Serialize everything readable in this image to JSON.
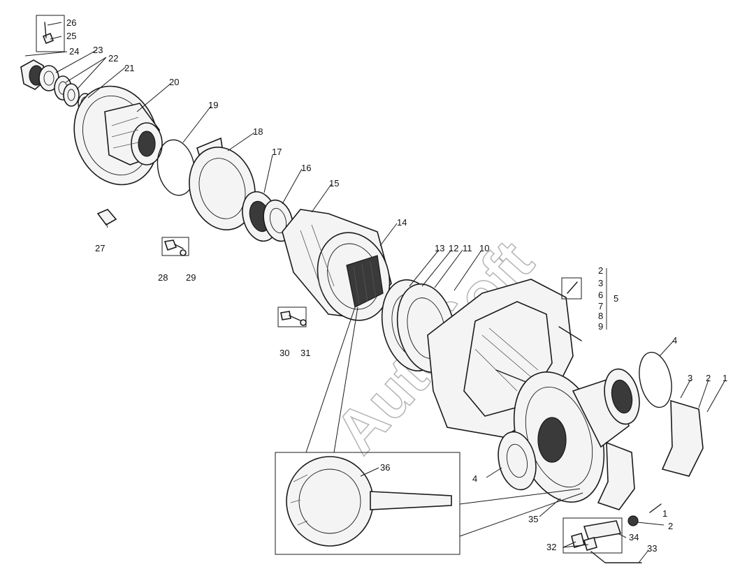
{
  "watermark": "AutoSoft",
  "callouts": [
    "1",
    "2",
    "3",
    "4",
    "5",
    "6",
    "7",
    "8",
    "9",
    "10",
    "11",
    "12",
    "13",
    "14",
    "15",
    "16",
    "17",
    "18",
    "19",
    "20",
    "21",
    "22",
    "23",
    "24",
    "25",
    "26",
    "27",
    "28",
    "29",
    "30",
    "31",
    "32",
    "33",
    "34",
    "35",
    "36"
  ],
  "labels": {
    "c1a": "1",
    "c2a": "2",
    "c3a": "3",
    "c4a": "4",
    "c1b": "1",
    "c2b": "2",
    "c4b": "4",
    "c5": "5",
    "c2c": "2",
    "c3c": "3",
    "c6": "6",
    "c7": "7",
    "c8": "8",
    "c9": "9",
    "c10": "10",
    "c11": "11",
    "c12": "12",
    "c13": "13",
    "c14": "14",
    "c15": "15",
    "c16": "16",
    "c17": "17",
    "c18": "18",
    "c19": "19",
    "c20": "20",
    "c21": "21",
    "c22": "22",
    "c23": "23",
    "c24": "24",
    "c25": "25",
    "c26": "26",
    "c27": "27",
    "c28": "28",
    "c29": "29",
    "c30": "30",
    "c31": "31",
    "c32": "32",
    "c33": "33",
    "c34": "34",
    "c35": "35",
    "c36": "36"
  }
}
